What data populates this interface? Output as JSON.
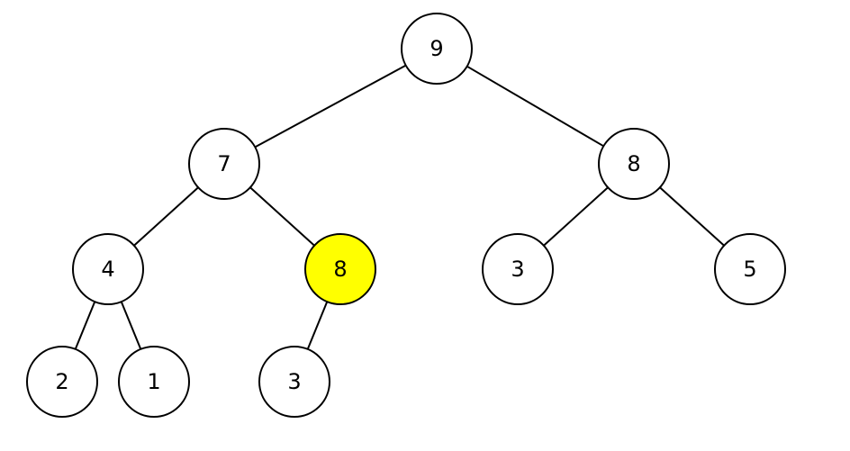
{
  "colors": {
    "node_fill": "#ffffff",
    "highlight_fill": "#ffff00",
    "stroke": "#000000"
  },
  "tree": {
    "nodes": [
      {
        "id": "n0",
        "label": "9",
        "highlighted": false
      },
      {
        "id": "n1",
        "label": "7",
        "highlighted": false
      },
      {
        "id": "n2",
        "label": "8",
        "highlighted": false
      },
      {
        "id": "n3",
        "label": "4",
        "highlighted": false
      },
      {
        "id": "n4",
        "label": "8",
        "highlighted": true
      },
      {
        "id": "n5",
        "label": "3",
        "highlighted": false
      },
      {
        "id": "n6",
        "label": "5",
        "highlighted": false
      },
      {
        "id": "n7",
        "label": "2",
        "highlighted": false
      },
      {
        "id": "n8",
        "label": "1",
        "highlighted": false
      },
      {
        "id": "n9",
        "label": "3",
        "highlighted": false
      }
    ],
    "edges": [
      {
        "from": "n0",
        "to": "n1"
      },
      {
        "from": "n0",
        "to": "n2"
      },
      {
        "from": "n1",
        "to": "n3"
      },
      {
        "from": "n1",
        "to": "n4"
      },
      {
        "from": "n2",
        "to": "n5"
      },
      {
        "from": "n2",
        "to": "n6"
      },
      {
        "from": "n3",
        "to": "n7"
      },
      {
        "from": "n3",
        "to": "n8"
      },
      {
        "from": "n4",
        "to": "n9"
      }
    ]
  }
}
